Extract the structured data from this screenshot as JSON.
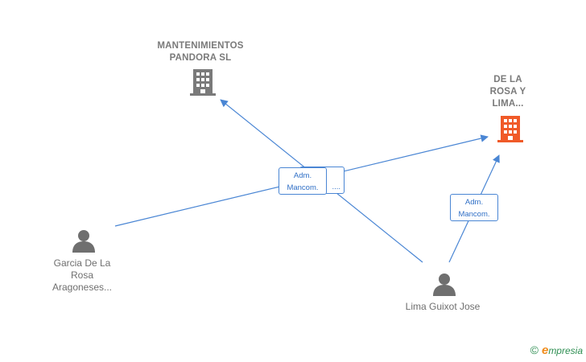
{
  "nodes": {
    "company_pandora": {
      "label": "MANTENIMIENTOS PANDORA SL",
      "color": "#7a7a7a",
      "icon": "building-icon"
    },
    "company_rosa": {
      "label": "DE LA ROSA Y LIMA...",
      "color": "#f05a28",
      "icon": "building-icon"
    },
    "person_garcia": {
      "label": "Garcia De La Rosa Aragoneses...",
      "icon": "person-icon"
    },
    "person_lima": {
      "label": "Lima Guixot Jose",
      "icon": "person-icon"
    }
  },
  "roles": {
    "front": {
      "line1": "Adm.",
      "line2": "Mancom."
    },
    "back": {
      "line2": "...."
    },
    "lima_rosa": {
      "line1": "Adm.",
      "line2": "Mancom."
    }
  },
  "edge_color": "#4a86d4",
  "brand": {
    "copyright": "©",
    "e": "e",
    "rest": "mpresia"
  }
}
